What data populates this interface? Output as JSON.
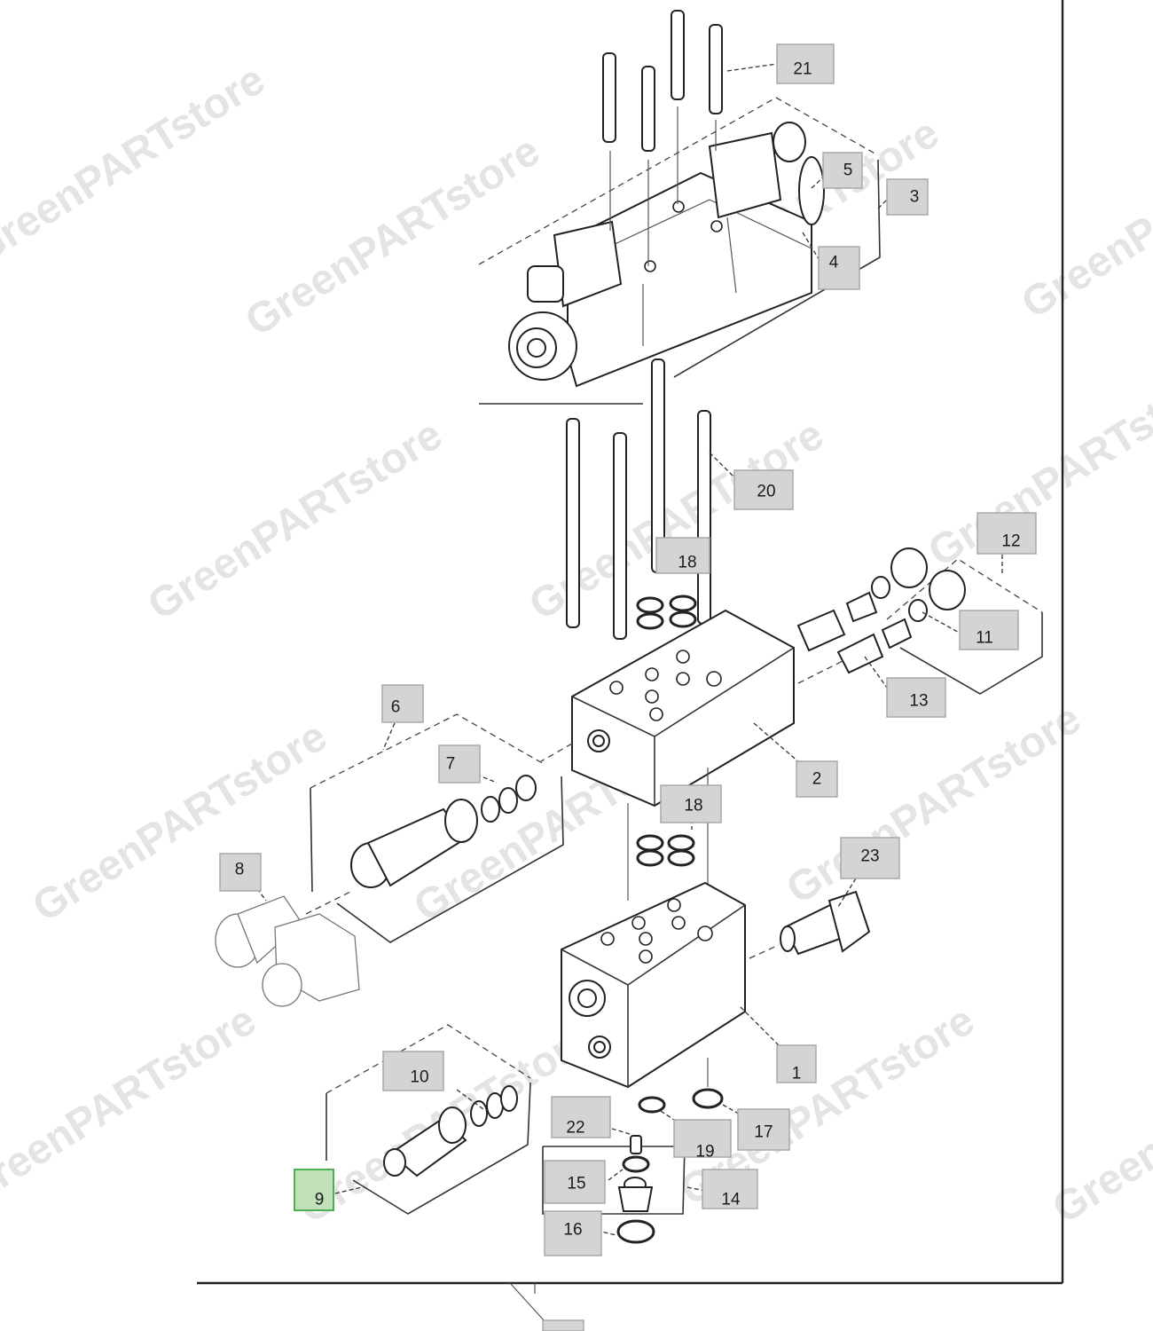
{
  "watermark": "GreenPARTstore",
  "callouts": [
    {
      "id": "1",
      "label": "1"
    },
    {
      "id": "2",
      "label": "2"
    },
    {
      "id": "3",
      "label": "3"
    },
    {
      "id": "4",
      "label": "4"
    },
    {
      "id": "5",
      "label": "5"
    },
    {
      "id": "6",
      "label": "6"
    },
    {
      "id": "7",
      "label": "7"
    },
    {
      "id": "8",
      "label": "8"
    },
    {
      "id": "9",
      "label": "9",
      "selected": true
    },
    {
      "id": "10",
      "label": "10"
    },
    {
      "id": "11",
      "label": "11"
    },
    {
      "id": "12",
      "label": "12"
    },
    {
      "id": "13",
      "label": "13"
    },
    {
      "id": "14",
      "label": "14"
    },
    {
      "id": "15",
      "label": "15"
    },
    {
      "id": "16",
      "label": "16"
    },
    {
      "id": "17",
      "label": "17"
    },
    {
      "id": "18a",
      "label": "18"
    },
    {
      "id": "18b",
      "label": "18"
    },
    {
      "id": "19",
      "label": "19"
    },
    {
      "id": "20",
      "label": "20"
    },
    {
      "id": "21",
      "label": "21"
    },
    {
      "id": "22",
      "label": "22"
    },
    {
      "id": "23",
      "label": "23"
    },
    {
      "id": "bottom",
      "label": ""
    }
  ],
  "colors": {
    "callout_fill": "#d4d4d4",
    "selected_fill": "#bfe0b8",
    "selected_border": "#4caf50"
  }
}
